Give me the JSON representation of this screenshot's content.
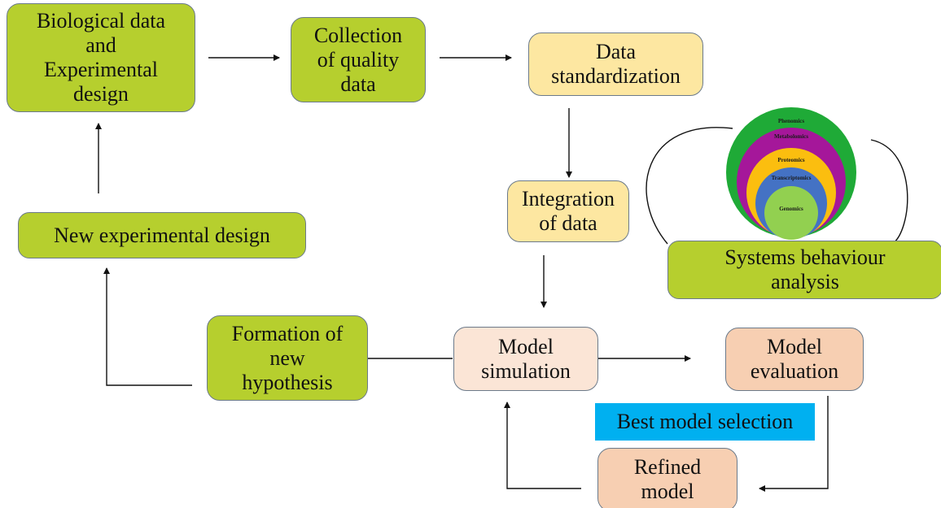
{
  "nodes": {
    "biological_data": "Biological data\nand\nExperimental\ndesign",
    "collection": "Collection\nof quality\ndata",
    "standardization": "Data\nstandardization",
    "integration": "Integration\nof data",
    "systems_behaviour": "Systems behaviour\nanalysis",
    "new_design": "New experimental design",
    "formation": "Formation of\nnew\nhypothesis",
    "model_simulation": "Model\nsimulation",
    "model_evaluation": "Model\nevaluation",
    "refined_model": "Refined\nmodel"
  },
  "banner": "Best model selection",
  "omics_layers": [
    "Phenomics",
    "Metabolomics",
    "Proteomics",
    "Transcriptomics",
    "Genomics"
  ],
  "colors": {
    "green_box": "#b6cf2e",
    "yellow_box": "#fde7a1",
    "peach_box": "#f7cfb2",
    "light_peach_box": "#fbe5d6",
    "banner": "#00b0f0",
    "phenomics": "#1faa37",
    "metabolomics": "#a5179a",
    "proteomics": "#fbbe0f",
    "transcriptomics": "#4472c4",
    "genomics": "#92d050"
  }
}
